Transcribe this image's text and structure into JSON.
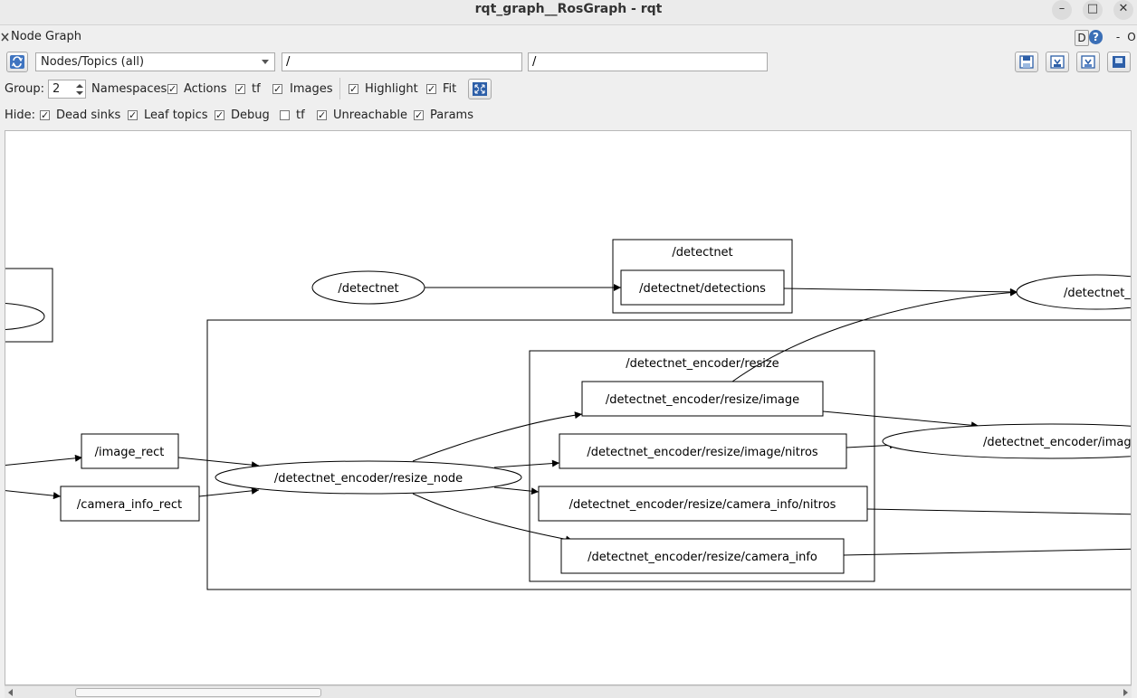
{
  "window": {
    "title": "rqt_graph__RosGraph - rqt",
    "minimize_glyph": "–",
    "maximize_glyph": "□",
    "close_glyph": "✕"
  },
  "dock": {
    "title": "Node Graph",
    "right_d": "D",
    "right_help": "?",
    "right_dash": "-",
    "right_o": "O"
  },
  "toolbar": {
    "graph_type": "Nodes/Topics (all)",
    "node_filter": "/",
    "topic_filter": "/",
    "icons": [
      "refresh-icon",
      "load-dot-icon",
      "save-dot-icon",
      "save-svg-icon",
      "save-image-icon",
      "fit-in-view-icon"
    ]
  },
  "options": {
    "group_label": "Group:",
    "group_value": "2",
    "namespaces_label": "Namespaces",
    "checkboxes": [
      {
        "label": "Actions",
        "checked": true
      },
      {
        "label": "tf",
        "checked": true
      },
      {
        "label": "Images",
        "checked": true
      },
      {
        "label": "Highlight",
        "checked": true
      },
      {
        "label": "Fit",
        "checked": true
      }
    ]
  },
  "hide": {
    "label": "Hide:",
    "checkboxes": [
      {
        "label": "Dead sinks",
        "checked": true
      },
      {
        "label": "Leaf topics",
        "checked": true
      },
      {
        "label": "Debug",
        "checked": true
      },
      {
        "label": "tf",
        "checked": false
      },
      {
        "label": "Unreachable",
        "checked": true
      },
      {
        "label": "Params",
        "checked": true
      }
    ]
  },
  "graph": {
    "clusters": {
      "detectnet": "/detectnet",
      "resize": "/detectnet_encoder/resize"
    },
    "nodes": {
      "detectnet": "/detectnet",
      "detectnet_v": "/detectnet_v",
      "resize_node": "/detectnet_encoder/resize_node",
      "image_t": "/detectnet_encoder/image_t"
    },
    "topics": {
      "detections": "/detectnet/detections",
      "image_rect": "/image_rect",
      "camera_info_rect": "/camera_info_rect",
      "resize_image": "/detectnet_encoder/resize/image",
      "resize_image_nitros": "/detectnet_encoder/resize/image/nitros",
      "resize_camera_info_nitros": "/detectnet_encoder/resize/camera_info/nitros",
      "resize_camera_info": "/detectnet_encoder/resize/camera_info"
    }
  }
}
